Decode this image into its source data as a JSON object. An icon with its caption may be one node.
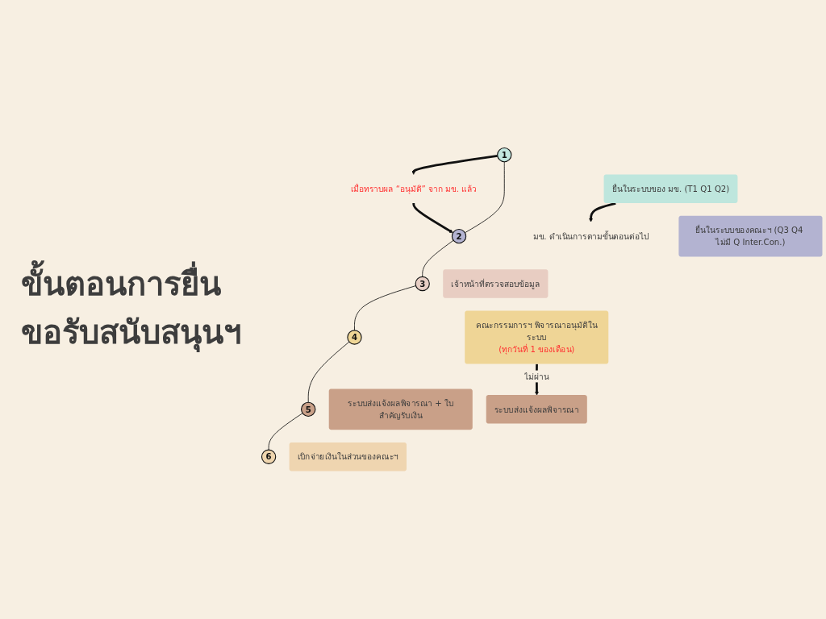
{
  "diagram": {
    "title": "ขั้นตอนการยื่นขอรับสนับสนุนฯ",
    "nodes": [
      {
        "text": [
          "1"
        ]
      },
      {
        "text": [
          "ยื่นในระบบของ มข. (T1 Q1 Q2)"
        ]
      },
      {
        "text": [
          "มข. ดำเนินการตามขั้นตอนต่อไป"
        ]
      },
      {
        "text": [
          "เมื่อทราบผล “อนุมัติ” จาก มข. แล้ว"
        ]
      },
      {
        "text": [
          "2"
        ]
      },
      {
        "text": [
          "ยื่นในระบบของคณะฯ (Q3 Q4 ไม่มี Q Inter.Con.)"
        ]
      },
      {
        "text": [
          "3"
        ]
      },
      {
        "text": [
          "เจ้าหน้าที่ตรวจสอบข้อมูล"
        ]
      },
      {
        "text": [
          "4"
        ]
      },
      {
        "text": [
          "คณะกรรมการฯ พิจารณาอนุมัติในระบบ",
          "(ทุกวันที่ 1 ของเดือน)"
        ]
      },
      {
        "text": [
          "5"
        ]
      },
      {
        "text": [
          "ระบบส่งแจ้งผลพิจารณา + ใบสำคัญรับเงิน"
        ]
      },
      {
        "text": [
          "ระบบส่งแจ้งผลพิจารณา"
        ]
      },
      {
        "text": [
          "6"
        ]
      },
      {
        "text": [
          "เบิกจ่ายเงินในส่วนของคณะฯ"
        ]
      }
    ],
    "edges": [
      {
        "from": 1,
        "to": 2,
        "arrow": "to",
        "style": "thick"
      },
      {
        "from": 0,
        "to": 3,
        "arrow": "to",
        "style": "thick"
      },
      {
        "from": 3,
        "to": 4,
        "arrow": "to",
        "style": "thick"
      },
      {
        "from": 0,
        "to": 4,
        "arrow": "none"
      },
      {
        "from": 4,
        "to": 6,
        "arrow": "none"
      },
      {
        "from": 6,
        "to": 8,
        "arrow": "none"
      },
      {
        "from": 8,
        "to": 10,
        "arrow": "none"
      },
      {
        "from": 9,
        "to": 12,
        "arrow": "to",
        "label": "ไม่ผ่าน",
        "style": "thick"
      },
      {
        "from": 10,
        "to": 13,
        "arrow": "none"
      }
    ]
  }
}
